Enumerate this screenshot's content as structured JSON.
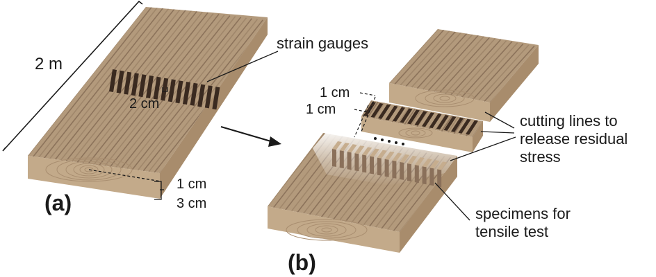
{
  "figure": {
    "panel_a": {
      "tag": "(a)",
      "length_label": "2 m",
      "gauges_label": "strain gauges",
      "gauge_spacing_label": "2 cm",
      "slice_label": "1 cm",
      "thickness_label": "3 cm"
    },
    "panel_b": {
      "tag": "(b)",
      "slice_label_1": "1 cm",
      "slice_label_2": "1 cm",
      "cutting_label": [
        "cutting lines to",
        "release residual",
        "stress"
      ],
      "specimens_label": [
        "specimens for",
        "tensile test"
      ]
    },
    "colors": {
      "wood_top": "#b39a7c",
      "wood_side": "#a88c6c",
      "wood_end": "#c3aa8a",
      "groove": "#7f6650",
      "gauge": "#3a2a20",
      "ink": "#1a1a1a"
    }
  }
}
